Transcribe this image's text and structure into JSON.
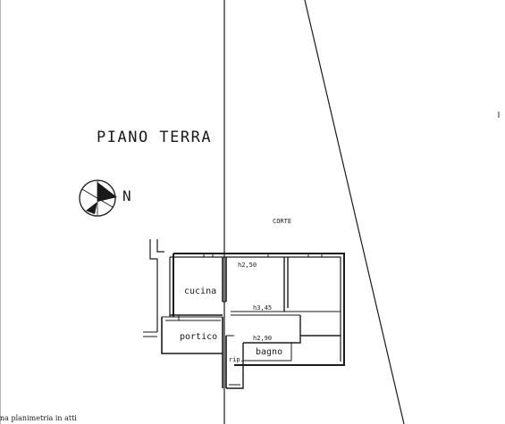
{
  "title": "PIANO TERRA",
  "compass": {
    "letter": "N",
    "icon": "north-arrow-icon"
  },
  "labels": {
    "corte": "CORTE",
    "h_top": "h2,50",
    "h_mid": "h3,45",
    "h_low": "h2,90"
  },
  "rooms": {
    "cucina": "cucina",
    "portico": "portico",
    "rip": "rip.",
    "bagno": "bagno"
  },
  "footer": "na planimetria in atti"
}
